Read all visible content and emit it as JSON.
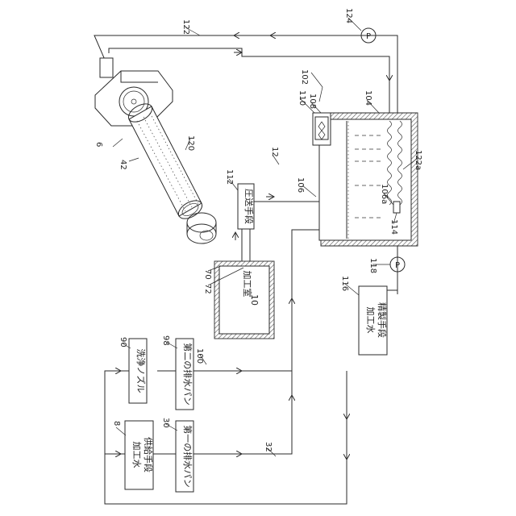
{
  "labels": {
    "ref_6": "6",
    "ref_8": "8",
    "ref_10": "10",
    "ref_12": "12",
    "ref_30": "30",
    "ref_32": "32",
    "ref_42": "42",
    "ref_70": "70",
    "ref_72": "72",
    "ref_90": "90",
    "ref_98": "98",
    "ref_100": "100",
    "ref_102": "102",
    "ref_104": "104",
    "ref_106": "106",
    "ref_106a": "106a",
    "ref_108": "108",
    "ref_110": "110",
    "ref_112": "112",
    "ref_114": "114",
    "ref_116": "116",
    "ref_118": "118",
    "ref_120": "120",
    "ref_122": "122",
    "ref_122a": "122a",
    "ref_124": "124"
  },
  "boxes": {
    "processing_room": "加工室",
    "pressure_feed": "圧送手段",
    "purifier_line1": "加工水",
    "purifier_line2": "精製手段",
    "supply_line1": "加工水",
    "supply_line2": "供給手段",
    "cleaning_nozzle": "洗浄ノズル",
    "second_drain_pan": "第二の排水パン",
    "first_drain_pan": "第一の排水パン"
  },
  "pump_symbol": "P"
}
